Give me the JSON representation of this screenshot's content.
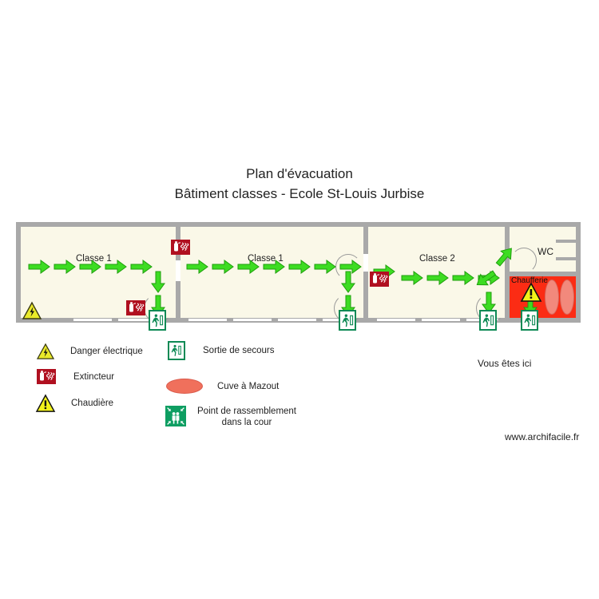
{
  "title": {
    "line1": "Plan d'évacuation",
    "line2": "Bâtiment classes - Ecole St-Louis Jurbise"
  },
  "colors": {
    "wall": "#a9a9a9",
    "room_fill": "#faf8e8",
    "boiler_room_fill": "#fb2c14",
    "arrow_green": "#3ddc22",
    "arrow_green_dark": "#1f9e0d",
    "exit_green": "#0e8a55",
    "extinguisher_red": "#b01020",
    "hazard_yellow": "#f2f21a",
    "tank_red": "#f2897c",
    "assembly_green": "#0e9e62",
    "text": "#222222"
  },
  "floorplan": {
    "rooms": [
      {
        "id": "classe-1-a",
        "label": "Classe 1"
      },
      {
        "id": "classe-1-b",
        "label": "Classe 1"
      },
      {
        "id": "classe-2",
        "label": "Classe 2"
      },
      {
        "id": "wc",
        "label": "WC"
      },
      {
        "id": "chaufferie",
        "label": "Chaufferie"
      }
    ],
    "markers": {
      "danger_electrique_count": 1,
      "extincteur_count": 3,
      "chaudiere_count": 1,
      "sortie_de_secours_count": 4,
      "cuve_mazout_count": 2
    }
  },
  "legend": {
    "items": [
      {
        "icon": "danger-electrique-icon",
        "label": "Danger électrique"
      },
      {
        "icon": "extincteur-icon",
        "label": "Extincteur"
      },
      {
        "icon": "chaudiere-icon",
        "label": "Chaudière"
      },
      {
        "icon": "sortie-de-secours-icon",
        "label": "Sortie de secours"
      },
      {
        "icon": "cuve-a-mazout-icon",
        "label": "Cuve à Mazout"
      },
      {
        "icon": "point-de-rassemblement-icon",
        "label_line1": "Point de rassemblement",
        "label_line2": "dans la cour"
      }
    ]
  },
  "annotations": {
    "you_are_here": "Vous êtes ici",
    "site_url": "www.archifacile.fr"
  }
}
